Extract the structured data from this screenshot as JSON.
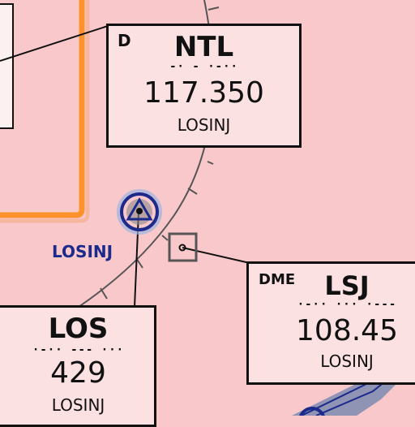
{
  "boxes": {
    "ntl": {
      "class_code": "D",
      "ident": "NTL",
      "morse": "-· - ·-··",
      "frequency": "117.350",
      "name": "LOSINJ"
    },
    "lsj": {
      "class_code": "DME",
      "ident": "LSJ",
      "morse": "·-·· ··· ·---",
      "frequency": "108.45",
      "name": "LOSINJ"
    },
    "los": {
      "ident": "LOS",
      "morse": "·-·· --- ···",
      "frequency": "429",
      "name": "LOSINJ"
    }
  },
  "waypoint": {
    "label": "LOSINJ",
    "icon": "vor-dme-triangle-icon"
  },
  "colors": {
    "background": "#f9c8cb",
    "boundary": "#ff8c1a",
    "navaid_blue": "#1c2a8c",
    "airway": "#7d8ab0"
  }
}
